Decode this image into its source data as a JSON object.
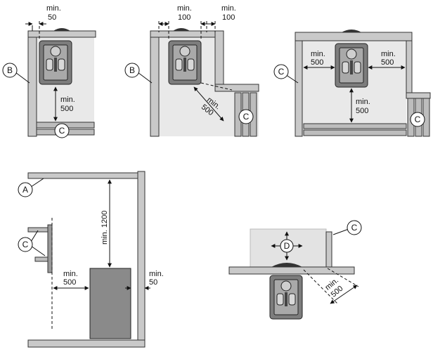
{
  "labels": {
    "B": "B",
    "C": "C",
    "D": "D",
    "A": "A"
  },
  "dims": {
    "min50_top": "min.",
    "val50_top": "50",
    "min100_a": "min.",
    "val100_a": "100",
    "min100_b": "min.",
    "val100_b": "100",
    "min500_p1": "min.",
    "val500_p1": "500",
    "min500_p2": "min.",
    "val500_p2": "500",
    "min500_p3_left": "min.",
    "val500_p3_left": "500",
    "min500_p3_right": "min.",
    "val500_p3_right": "500",
    "min500_p3_bottom": "min.",
    "val500_p3_bottom": "500",
    "min1200": "min. 1200",
    "min500_p4": "min.",
    "val500_p4": "500",
    "min50_p4": "min.",
    "val50_p4": "50",
    "min500_p5": "min.",
    "val500_p5": "500"
  },
  "colors": {
    "wall": "#c9c9c9",
    "room": "#e9e9e9",
    "heater": "#7d7d7d"
  }
}
